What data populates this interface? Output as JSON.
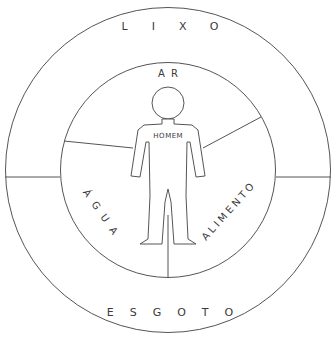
{
  "diagram": {
    "nodes": [
      {
        "text": [
          "LIXO",
          "ESGOTO"
        ]
      },
      {
        "text": [
          "AR",
          "ÁGUA",
          "ALIMENTO"
        ],
        "in": 0
      },
      {
        "text": [
          "HOMEM"
        ],
        "in": 1
      }
    ]
  }
}
